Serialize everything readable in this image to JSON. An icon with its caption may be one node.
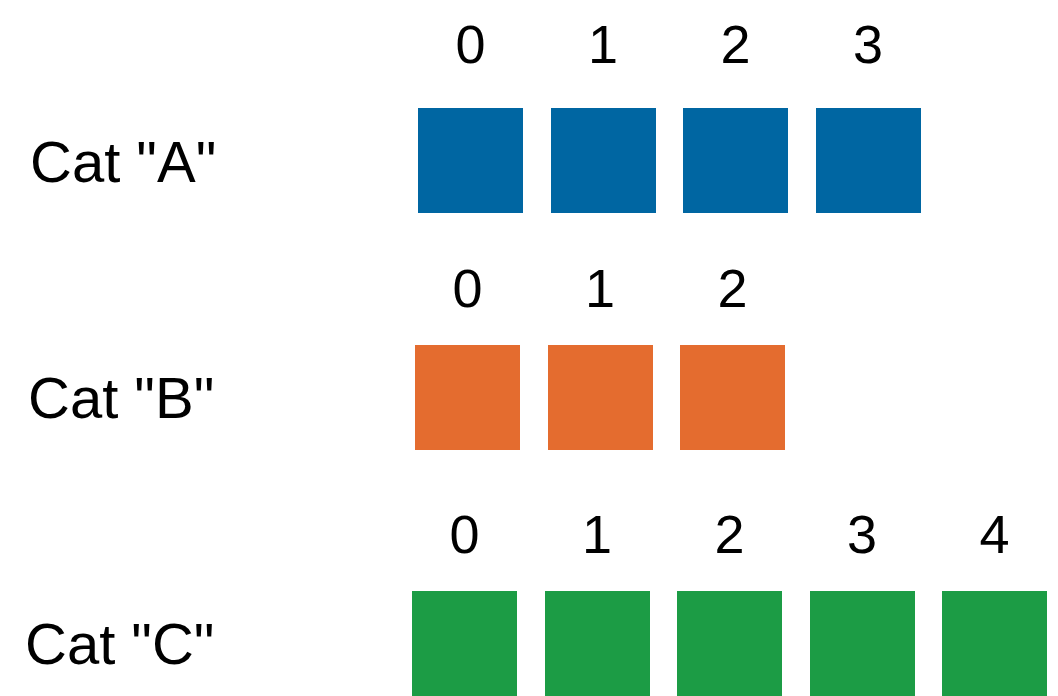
{
  "diagram": {
    "nodes": [
      {
        "text": [],
        "shape": "box",
        "beside": [
          "0"
        ]
      },
      {
        "text": [],
        "shape": "box",
        "beside": [
          "1"
        ]
      },
      {
        "text": [],
        "shape": "box",
        "beside": [
          "2"
        ]
      },
      {
        "text": [],
        "shape": "box",
        "beside": [
          "3"
        ]
      },
      {
        "text": [],
        "shape": "box",
        "beside": [
          "0"
        ]
      },
      {
        "text": [],
        "shape": "box",
        "beside": [
          "1"
        ]
      },
      {
        "text": [],
        "shape": "box",
        "beside": [
          "2"
        ]
      },
      {
        "text": [],
        "shape": "box",
        "beside": [
          "0"
        ]
      },
      {
        "text": [],
        "shape": "box",
        "beside": [
          "1"
        ]
      },
      {
        "text": [],
        "shape": "box",
        "beside": [
          "2"
        ]
      },
      {
        "text": [],
        "shape": "box",
        "beside": [
          "3"
        ]
      },
      {
        "text": [],
        "shape": "box",
        "beside": [
          "4"
        ]
      }
    ],
    "edges": [],
    "labels": [
      "Cat \"A\"",
      "Cat \"B\"",
      "Cat \"C\""
    ]
  }
}
